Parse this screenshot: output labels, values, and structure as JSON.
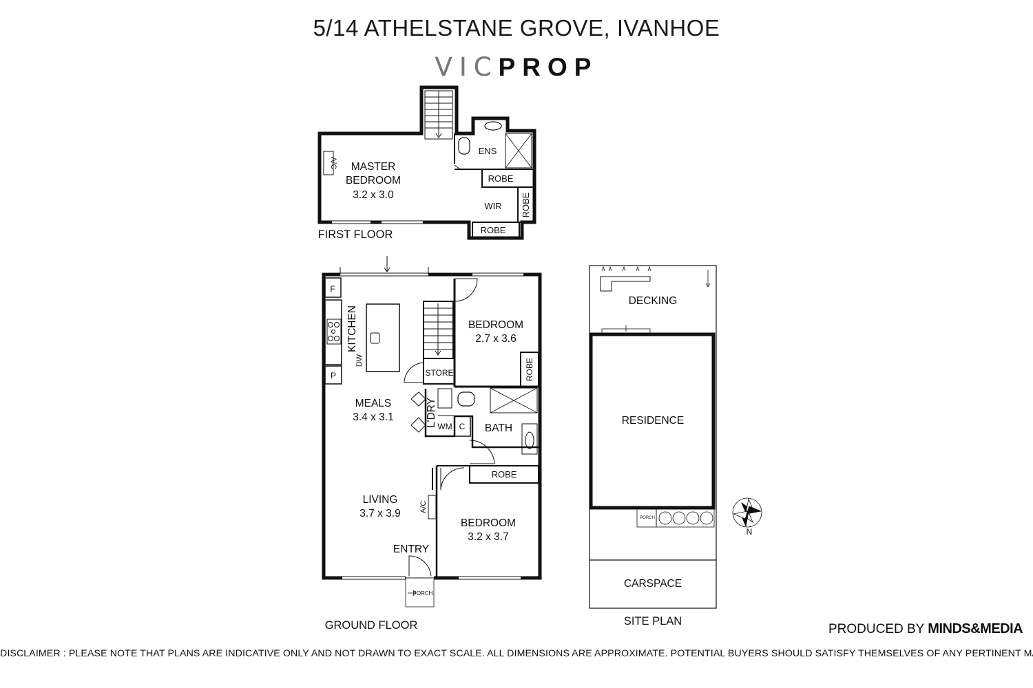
{
  "header": {
    "address": "5/14 ATHELSTANE GROVE, IVANHOE",
    "brand_light": "VIC",
    "brand_bold": "PROP"
  },
  "first_floor": {
    "label": "FIRST FLOOR",
    "master_bedroom": {
      "name_line1": "MASTER",
      "name_line2": "BEDROOM",
      "dims": "3.2 x 3.0"
    },
    "ensuite": "ENS",
    "wir": "WIR",
    "robe": "ROBE",
    "ac": "A/C"
  },
  "ground_floor": {
    "label": "GROUND FLOOR",
    "kitchen": "KITCHEN",
    "fridge": "F",
    "pantry": "P",
    "dishwasher": "DW",
    "store": "STORE",
    "bedroom_rear": {
      "name": "BEDROOM",
      "dims": "2.7 x 3.6"
    },
    "robe": "ROBE",
    "meals": {
      "name": "MEALS",
      "dims": "3.4 x 3.1"
    },
    "laundry": "L'DRY",
    "washing_machine": "WM",
    "cupboard": "C",
    "bath": "BATH",
    "living": {
      "name": "LIVING",
      "dims": "3.7 x 3.9"
    },
    "ac": "A/C",
    "entry": "ENTRY",
    "bedroom_front": {
      "name": "BEDROOM",
      "dims": "3.2 x 3.7"
    },
    "porch": "PORCH"
  },
  "site_plan": {
    "label": "SITE PLAN",
    "decking": "DECKING",
    "residence": "RESIDENCE",
    "carspace": "CARSPACE",
    "porch": "PORCH",
    "north": "N"
  },
  "footer": {
    "produced_by": "PRODUCED BY",
    "producer_brand": "MINDS&MEDIA",
    "disclaimer": "DISCLAIMER : PLEASE NOTE THAT PLANS ARE INDICATIVE ONLY AND NOT DRAWN TO EXACT SCALE. ALL DIMENSIONS ARE APPROXIMATE. POTENTIAL BUYERS SHOULD SATISFY THEMSELVES OF ANY PERTINENT MATTERS."
  }
}
